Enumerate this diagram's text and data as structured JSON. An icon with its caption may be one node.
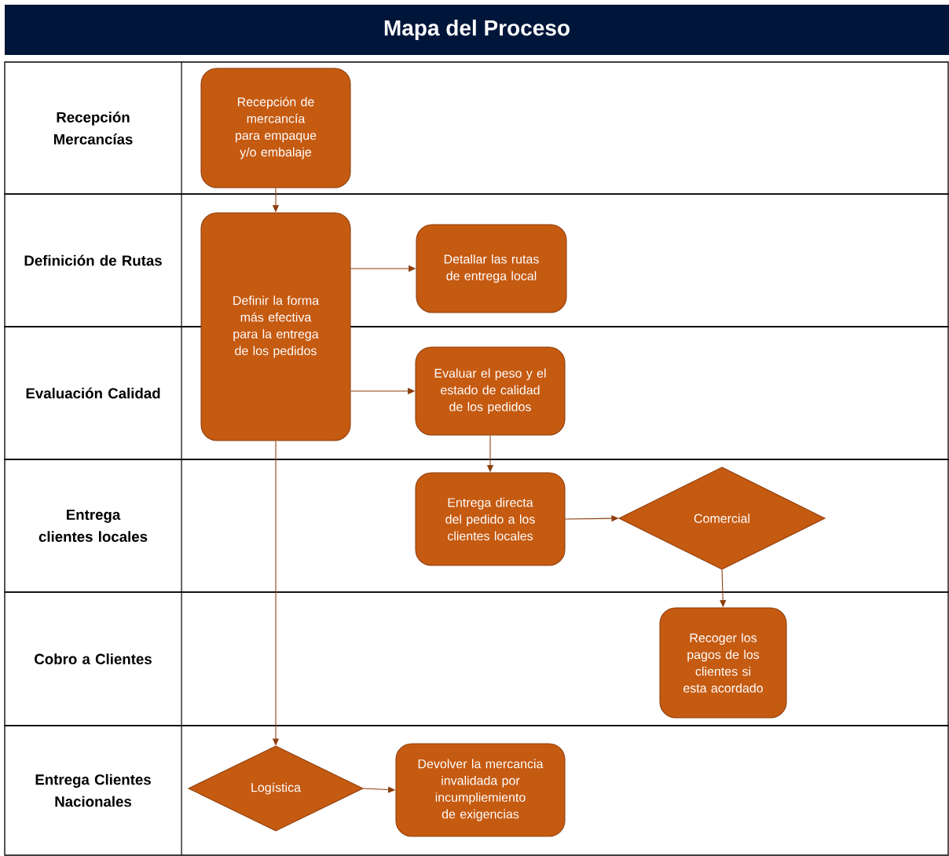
{
  "diagram": {
    "title": "Mapa del Proceso",
    "nodes": [
      {
        "text": [
          "Recepción Mercancías"
        ]
      },
      {
        "text": [
          "Recepción de mercancía para empaque y/o embalaje"
        ],
        "in": 0
      },
      {
        "text": [
          "Definición de Rutas"
        ]
      },
      {
        "text": [
          "Evaluación Calidad"
        ]
      },
      {
        "text": [
          "Definir la forma más efectiva para la entrega de los pedidos"
        ]
      },
      {
        "text": [
          "Detallar las rutas de entrega local"
        ],
        "in": 2
      },
      {
        "text": [
          "Evaluar el peso y el estado de calidad de los pedidos"
        ],
        "in": 3
      },
      {
        "text": [
          "Entrega clientes locales"
        ]
      },
      {
        "text": [
          "Entrega directa del pedido a los clientes locales"
        ],
        "in": 7
      },
      {
        "text": [
          "Comercial"
        ],
        "in": 7
      },
      {
        "text": [
          "Cobro a Clientes"
        ]
      },
      {
        "text": [
          "Recoger los pagos de los clientes si esta acordado"
        ],
        "in": 10
      },
      {
        "text": [
          "Entrega Clientes Nacionales"
        ]
      },
      {
        "text": [
          "Logística"
        ],
        "in": 12
      },
      {
        "text": [
          "Devolver la mercancia invalidada por incumpliemiento de exigencias"
        ],
        "in": 12
      }
    ],
    "edges": [
      {
        "from": 1,
        "to": 4,
        "arrow": "to"
      },
      {
        "from": 4,
        "to": 5,
        "arrow": "to"
      },
      {
        "from": 4,
        "to": 6,
        "arrow": "to"
      },
      {
        "from": 6,
        "to": 8,
        "arrow": "to"
      },
      {
        "from": 8,
        "to": 9,
        "arrow": "to"
      },
      {
        "from": 9,
        "to": 11,
        "arrow": "to"
      },
      {
        "from": 4,
        "to": 13,
        "arrow": "to"
      },
      {
        "from": 13,
        "to": 14,
        "arrow": "to"
      }
    ]
  }
}
